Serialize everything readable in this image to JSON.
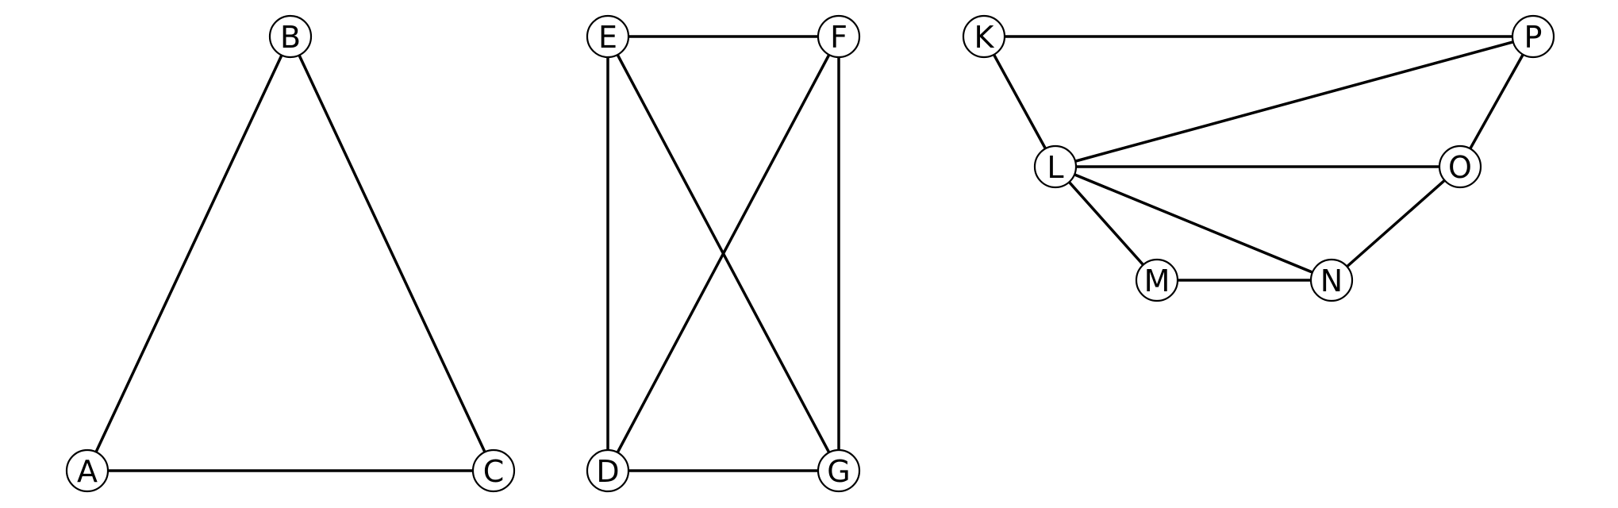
{
  "graphs": [
    {
      "nodes": [
        "A",
        "B",
        "C"
      ],
      "edges": [
        [
          "A",
          "B"
        ],
        [
          "B",
          "C"
        ],
        [
          "A",
          "C"
        ]
      ]
    },
    {
      "nodes": [
        "E",
        "F",
        "D",
        "G"
      ],
      "edges": [
        [
          "E",
          "F"
        ],
        [
          "E",
          "D"
        ],
        [
          "E",
          "G"
        ],
        [
          "F",
          "D"
        ],
        [
          "F",
          "G"
        ],
        [
          "D",
          "G"
        ]
      ]
    },
    {
      "nodes": [
        "K",
        "P",
        "L",
        "O",
        "M",
        "N"
      ],
      "edges": [
        [
          "K",
          "P"
        ],
        [
          "K",
          "L"
        ],
        [
          "P",
          "L"
        ],
        [
          "P",
          "O"
        ],
        [
          "L",
          "O"
        ],
        [
          "L",
          "M"
        ],
        [
          "L",
          "N"
        ],
        [
          "M",
          "N"
        ],
        [
          "N",
          "O"
        ]
      ]
    }
  ],
  "colors": {
    "stroke": "#000000",
    "node_fill": "#ffffff",
    "background": "#ffffff"
  }
}
